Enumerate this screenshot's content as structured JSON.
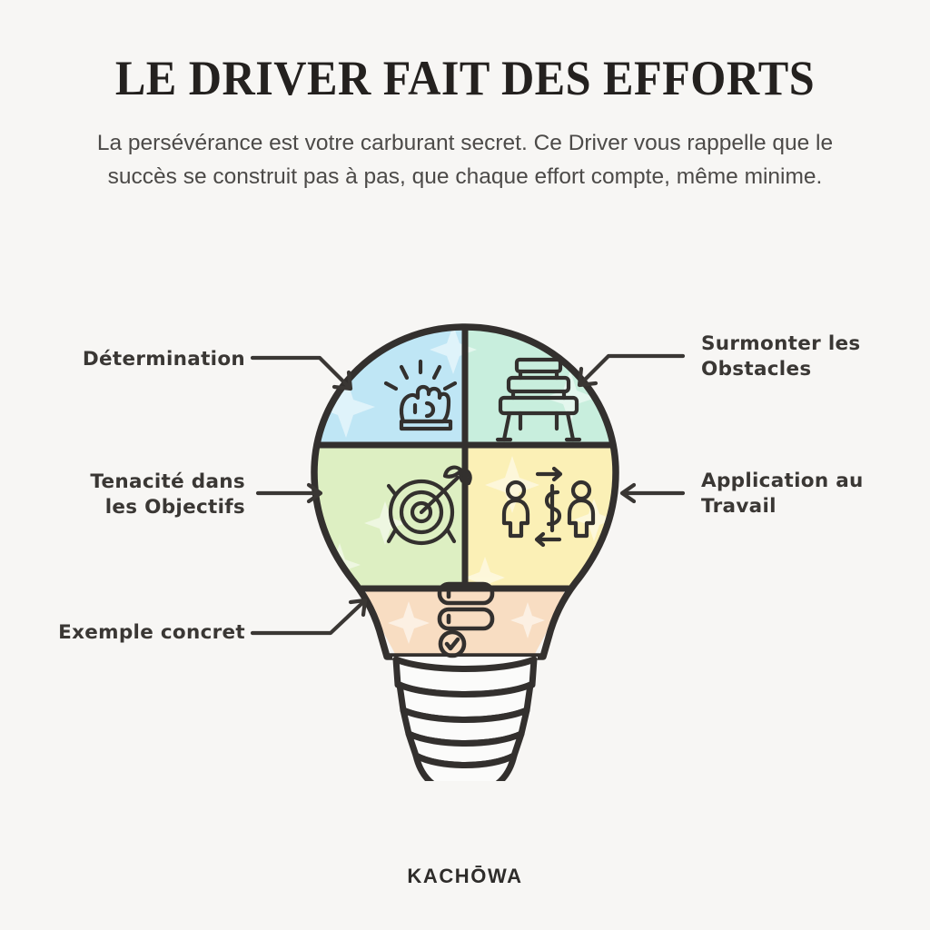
{
  "header": {
    "title": "LE DRIVER FAIT DES EFFORTS",
    "subtitle": "La persévérance est votre carburant secret. Ce Driver vous rappelle que le succès se construit pas à pas, que chaque effort compte, même minime."
  },
  "diagram": {
    "type": "lightbulb-quadrant-infographic",
    "shape": "light-bulb",
    "labels": {
      "top_left": "Détermination",
      "mid_left": "Tenacité dans\nles Objectifs",
      "bottom_left": "Exemple concret",
      "top_right": "Surmonter les\nObstacles",
      "mid_right": "Application au\nTravail"
    },
    "segments": [
      {
        "position": "top-left",
        "label": "Détermination",
        "icon": "raised-fist-icon",
        "color": "#bfe6f5"
      },
      {
        "position": "top-right",
        "label": "Surmonter les Obstacles",
        "icon": "hurdle-icon",
        "color": "#c8eedd"
      },
      {
        "position": "bottom-left",
        "label": "Tenacité dans les Objectifs",
        "icon": "target-arrow-icon",
        "color": "#dff0c4"
      },
      {
        "position": "bottom-right",
        "label": "Application au Travail",
        "icon": "people-exchange-icon",
        "color": "#fbf0b6"
      },
      {
        "position": "base",
        "label": "Exemple concret",
        "icon": "checklist-icon",
        "color": "#f8ddc2"
      }
    ],
    "colors": {
      "background": "#f7f6f4",
      "outline": "#33302e",
      "icon_stroke": "#33302e",
      "arrow": "#3a3734",
      "screw_base": "#fbfbfa"
    }
  },
  "footer": {
    "brand": "KACHŌWA"
  }
}
